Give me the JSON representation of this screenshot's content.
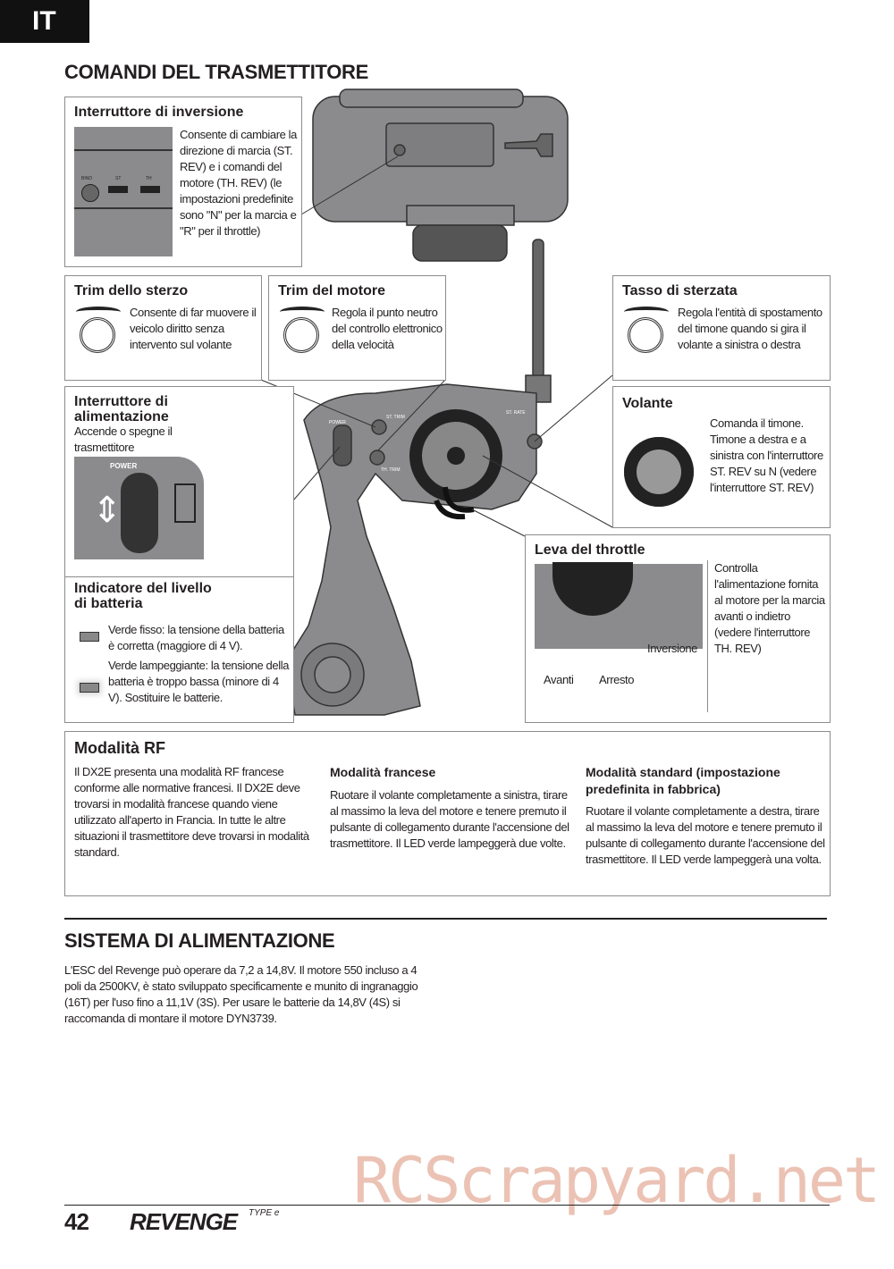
{
  "lang_tab": "IT",
  "title": "COMANDI DEL TRASMETTITORE",
  "inversion": {
    "heading": "Interruttore di inversione",
    "text": "Consente di cambiare la direzione di marcia (ST. REV) e i comandi del motore (TH. REV) (le impostazioni predefinite sono \"N\" per la marcia e \"R\" per il throttle)",
    "labels": [
      "BIND",
      "ST",
      "TH"
    ]
  },
  "steer_trim": {
    "heading": "Trim dello sterzo",
    "text": "Consente di far muovere il veicolo diritto senza intervento sul volante"
  },
  "throttle_trim": {
    "heading": "Trim del motore",
    "text": "Regola il punto neutro del controllo elettronico della velocità"
  },
  "steer_rate": {
    "heading": "Tasso di sterzata",
    "text": "Regola l'entità di spostamento del timone quando si gira il volante a sinistra o destra"
  },
  "power": {
    "heading": "Interruttore di alimentazione",
    "text": "Accende o spegne il trasmettitore",
    "label": "POWER"
  },
  "wheel": {
    "heading": "Volante",
    "text": "Comanda il timone. Timone a destra e a sinistra con l'interruttore ST. REV su N (vedere l'interruttore ST. REV)"
  },
  "throttle": {
    "heading": "Leva del throttle",
    "text": "Controlla l'alimentazione fornita al motore per la marcia avanti o indietro (vedere l'interruttore TH. REV)",
    "labels": {
      "forward": "Avanti",
      "stop": "Arresto",
      "reverse": "Inversione"
    }
  },
  "battery": {
    "heading": "Indicatore del livello di batteria",
    "solid": "Verde fisso: la tensione della batteria è corretta (maggiore di 4 V).",
    "flash": "Verde lampeggiante: la tensione della batteria è troppo bassa (minore di 4 V). Sostituire le batterie."
  },
  "transmitter_labels": {
    "st_trim": "ST. TRIM",
    "th_trim": "TH. TRIM",
    "st_rate": "ST. RATE",
    "power": "POWER"
  },
  "rf": {
    "heading": "Modalità RF",
    "intro": "Il DX2E presenta una modalità RF francese conforme alle normative francesi. Il DX2E deve trovarsi in modalità francese quando viene utilizzato all'aperto in Francia. In tutte le altre situazioni il trasmettitore deve trovarsi in modalità standard.",
    "french_heading": "Modalità francese",
    "french_text": "Ruotare il volante completamente a sinistra, tirare al massimo la leva del motore e tenere premuto il pulsante di collegamento durante l'accensione del trasmettitore. Il LED verde lampeggerà due volte.",
    "standard_heading": "Modalità standard (impostazione predefinita in fabbrica)",
    "standard_text": "Ruotare il volante completamente a destra, tirare al massimo la leva del motore e tenere premuto il pulsante di collegamento durante l'accensione del trasmettitore. Il LED verde lampeggerà una volta."
  },
  "power_system": {
    "heading": "SISTEMA DI ALIMENTAZIONE",
    "text": "L'ESC del Revenge può operare da 7,2 a 14,8V. Il motore 550 incluso a 4 poli da 2500KV, è stato sviluppato specificamente e munito di ingranaggio (16T) per l'uso fino a 11,1V (3S). Per usare le batterie da 14,8V (4S) si raccomanda di montare il motore DYN3739."
  },
  "watermark": "RCScrapyard.net",
  "footer": {
    "page": "42",
    "logo": "REVENGE",
    "logo_sup": "TYPE e"
  }
}
